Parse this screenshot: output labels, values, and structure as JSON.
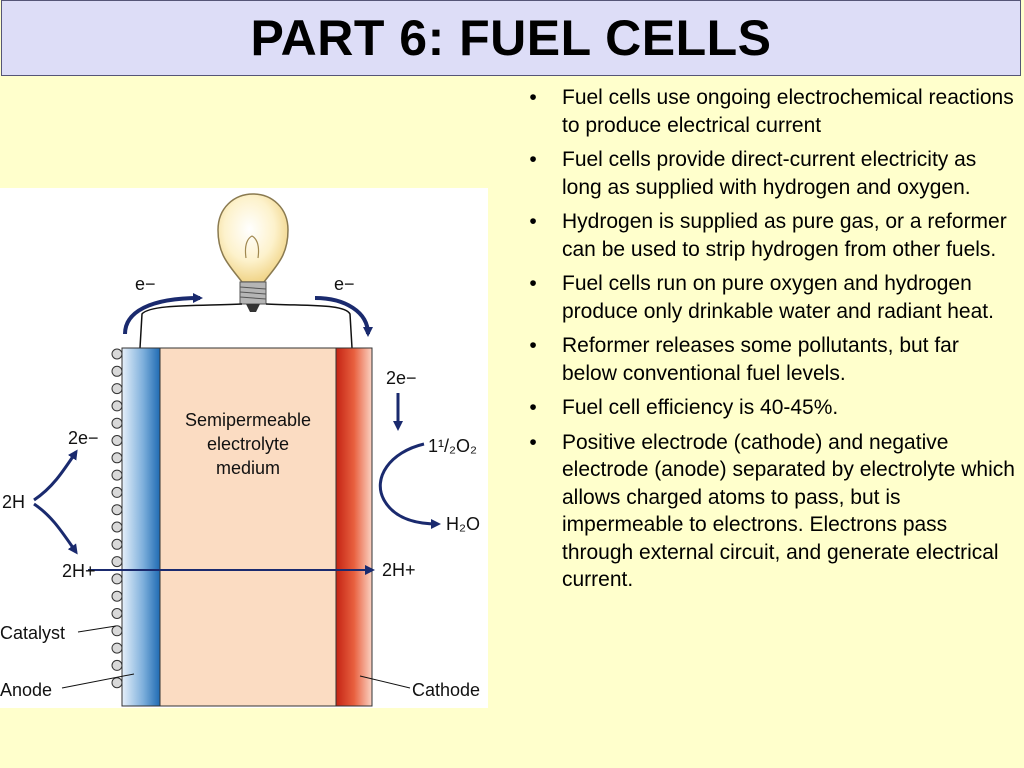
{
  "slide": {
    "title": "PART 6: FUEL CELLS"
  },
  "bullets": [
    "Fuel cells use ongoing electrochemical reactions to produce electrical current",
    "Fuel cells provide direct-current electricity as long as supplied with hydrogen and oxygen.",
    "Hydrogen is supplied as pure gas, or a reformer can be used to strip hydrogen from other fuels.",
    "Fuel cells run on pure oxygen and hydrogen produce only drinkable water and radiant heat.",
    "Reformer releases some pollutants, but far below conventional fuel levels.",
    "Fuel cell efficiency is 40-45%.",
    "Positive electrode (cathode) and negative electrode (anode) separated by electrolyte which allows charged atoms to pass, but is impermeable to electrons.  Electrons pass through external circuit, and generate electrical current."
  ],
  "bullet_marker": "•",
  "diagram": {
    "electron_left": "e−",
    "electron_right": "e−",
    "medium_line1": "Semipermeable",
    "medium_line2": "electrolyte",
    "medium_line3": "medium",
    "left_2e": "2e−",
    "left_2h": "2H",
    "left_2h_plus": "2H+",
    "right_2e": "2e−",
    "right_o2": "1¹/₂O₂",
    "right_h2o": "H₂O",
    "right_2h_plus": "2H+",
    "catalyst": "Catalyst",
    "anode": "Anode",
    "cathode": "Cathode"
  },
  "colors": {
    "background": "#ffffcc",
    "title_bar": "#ddddf7",
    "medium": "#fbdcc2",
    "anode_blue": "#1f6bb3",
    "cathode_red": "#d6301c",
    "arrow": "#1a2a6e"
  },
  "icons": [
    "light-bulb-icon"
  ]
}
